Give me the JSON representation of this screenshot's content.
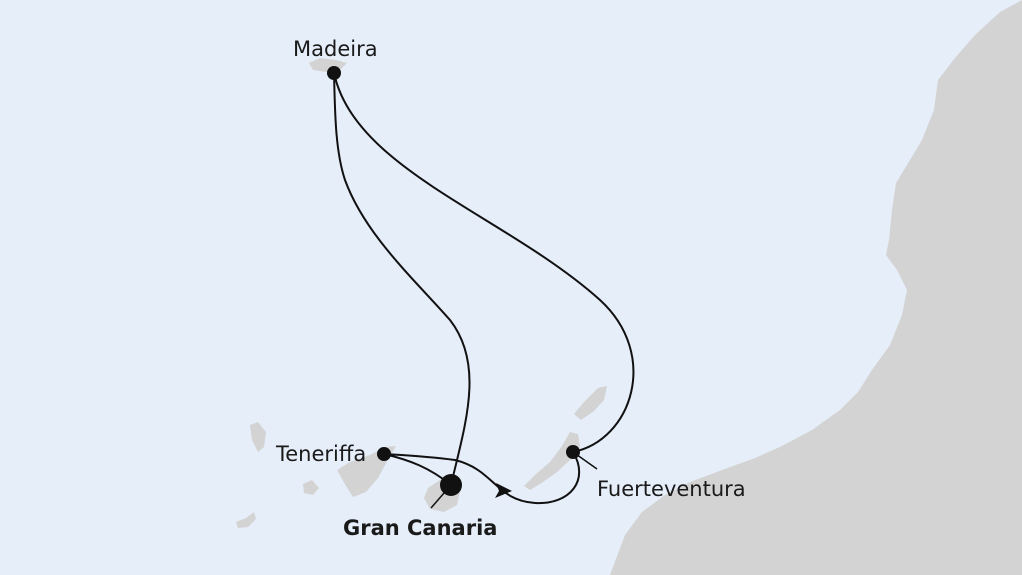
{
  "map": {
    "colors": {
      "sea": "#e6eef9",
      "land": "#d3d3d3",
      "route": "#111111",
      "port": "#111111"
    },
    "ports": {
      "madeira": "Madeira",
      "teneriffa": "Teneriffa",
      "gran_canaria": "Gran Canaria",
      "fuerteventura": "Fuerteventura"
    },
    "home_port": "Gran Canaria"
  }
}
